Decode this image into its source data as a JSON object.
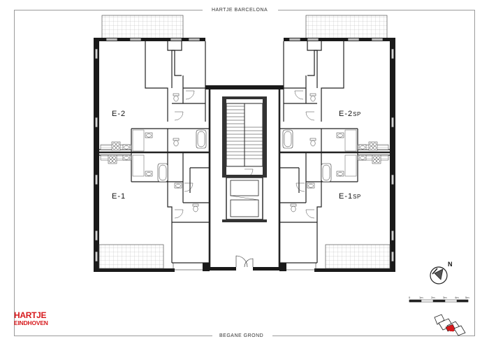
{
  "header": {
    "title": "HARTJE BARCELONA"
  },
  "footer": {
    "title": "BEGANE GROND"
  },
  "units": [
    {
      "id": "e2",
      "name": "E-2",
      "suffix": ""
    },
    {
      "id": "e1",
      "name": "E-1",
      "suffix": ""
    },
    {
      "id": "e2sp",
      "name": "E-2",
      "suffix": "SP"
    },
    {
      "id": "e1sp",
      "name": "E-1",
      "suffix": "SP"
    }
  ],
  "compass": {
    "label": "N"
  },
  "scale_bar": {
    "ticks": [
      "0",
      "1m",
      "2m",
      "3m",
      "4m",
      "5m"
    ]
  },
  "logo": {
    "line1": "HARTJE",
    "line2": "EINDHOVEN",
    "color": "#d7191c"
  },
  "colors": {
    "wall": "#1a1a1a",
    "line": "#333333",
    "frame": "#9b9b9b",
    "accent": "#d7191c"
  }
}
